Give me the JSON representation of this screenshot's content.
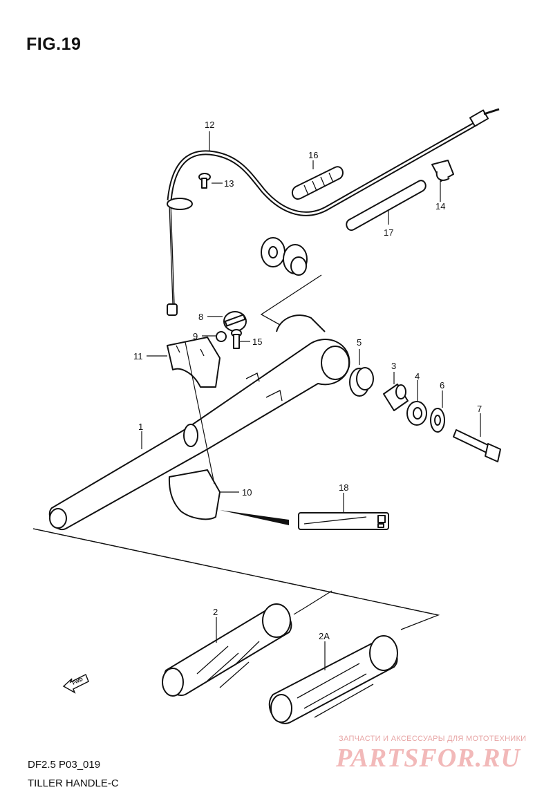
{
  "figure": {
    "title": "FIG.19",
    "code": "DF2.5 P03_019",
    "name": "TILLER HANDLE-C"
  },
  "callouts": {
    "c1": "1",
    "c2": "2",
    "c2a": "2A",
    "c3": "3",
    "c4": "4",
    "c5": "5",
    "c6": "6",
    "c7": "7",
    "c8": "8",
    "c9": "9",
    "c10": "10",
    "c11": "11",
    "c12": "12",
    "c13": "13",
    "c14": "14",
    "c15": "15",
    "c16": "16",
    "c17": "17",
    "c18": "18"
  },
  "fwd_label": "FWD",
  "watermark": {
    "tagline": "ЗАПЧАСТИ И АКСЕССУАРЫ ДЛЯ МОТОТЕХНИКИ",
    "logo": "PARTSFOR.RU"
  }
}
